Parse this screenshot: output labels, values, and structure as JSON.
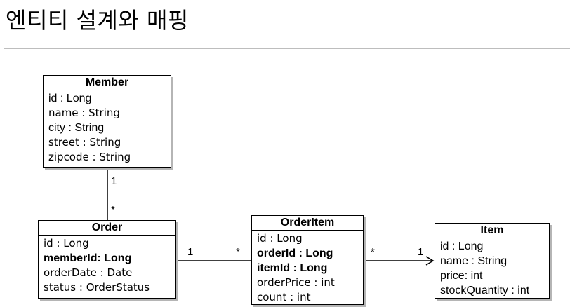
{
  "page": {
    "title": "엔티티 설계와 매핑"
  },
  "entities": {
    "member": {
      "name": "Member",
      "fields": [
        {
          "name": "id",
          "type": "Long"
        },
        {
          "name": "name",
          "type": "String"
        },
        {
          "name": "city",
          "type": "String"
        },
        {
          "name": "street",
          "type": "String"
        },
        {
          "name": "zipcode",
          "type": "String"
        }
      ]
    },
    "order": {
      "name": "Order",
      "fields": [
        {
          "name": "id",
          "type": "Long"
        },
        {
          "name": "memberId",
          "type": "Long"
        },
        {
          "name": "orderDate",
          "type": "Date"
        },
        {
          "name": "status",
          "type": "OrderStatus"
        }
      ]
    },
    "orderitem": {
      "name": "OrderItem",
      "fields": [
        {
          "name": "id",
          "type": "Long"
        },
        {
          "name": "orderId",
          "type": "Long"
        },
        {
          "name": "itemId",
          "type": "Long"
        },
        {
          "name": "orderPrice",
          "type": "int"
        },
        {
          "name": "count",
          "type": "int"
        }
      ]
    },
    "item": {
      "name": "Item",
      "fields": [
        {
          "name": "id",
          "type": "Long"
        },
        {
          "name": "name",
          "type": "String"
        },
        {
          "name": "price",
          "type": "int"
        },
        {
          "name": "stockQuantity",
          "type": "int"
        }
      ]
    }
  },
  "relations": [
    {
      "from": "Member",
      "to": "Order",
      "from_mult": "1",
      "to_mult": "*"
    },
    {
      "from": "Order",
      "to": "OrderItem",
      "from_mult": "1",
      "to_mult": "*"
    },
    {
      "from": "OrderItem",
      "to": "Item",
      "from_mult": "*",
      "to_mult": "1"
    }
  ]
}
